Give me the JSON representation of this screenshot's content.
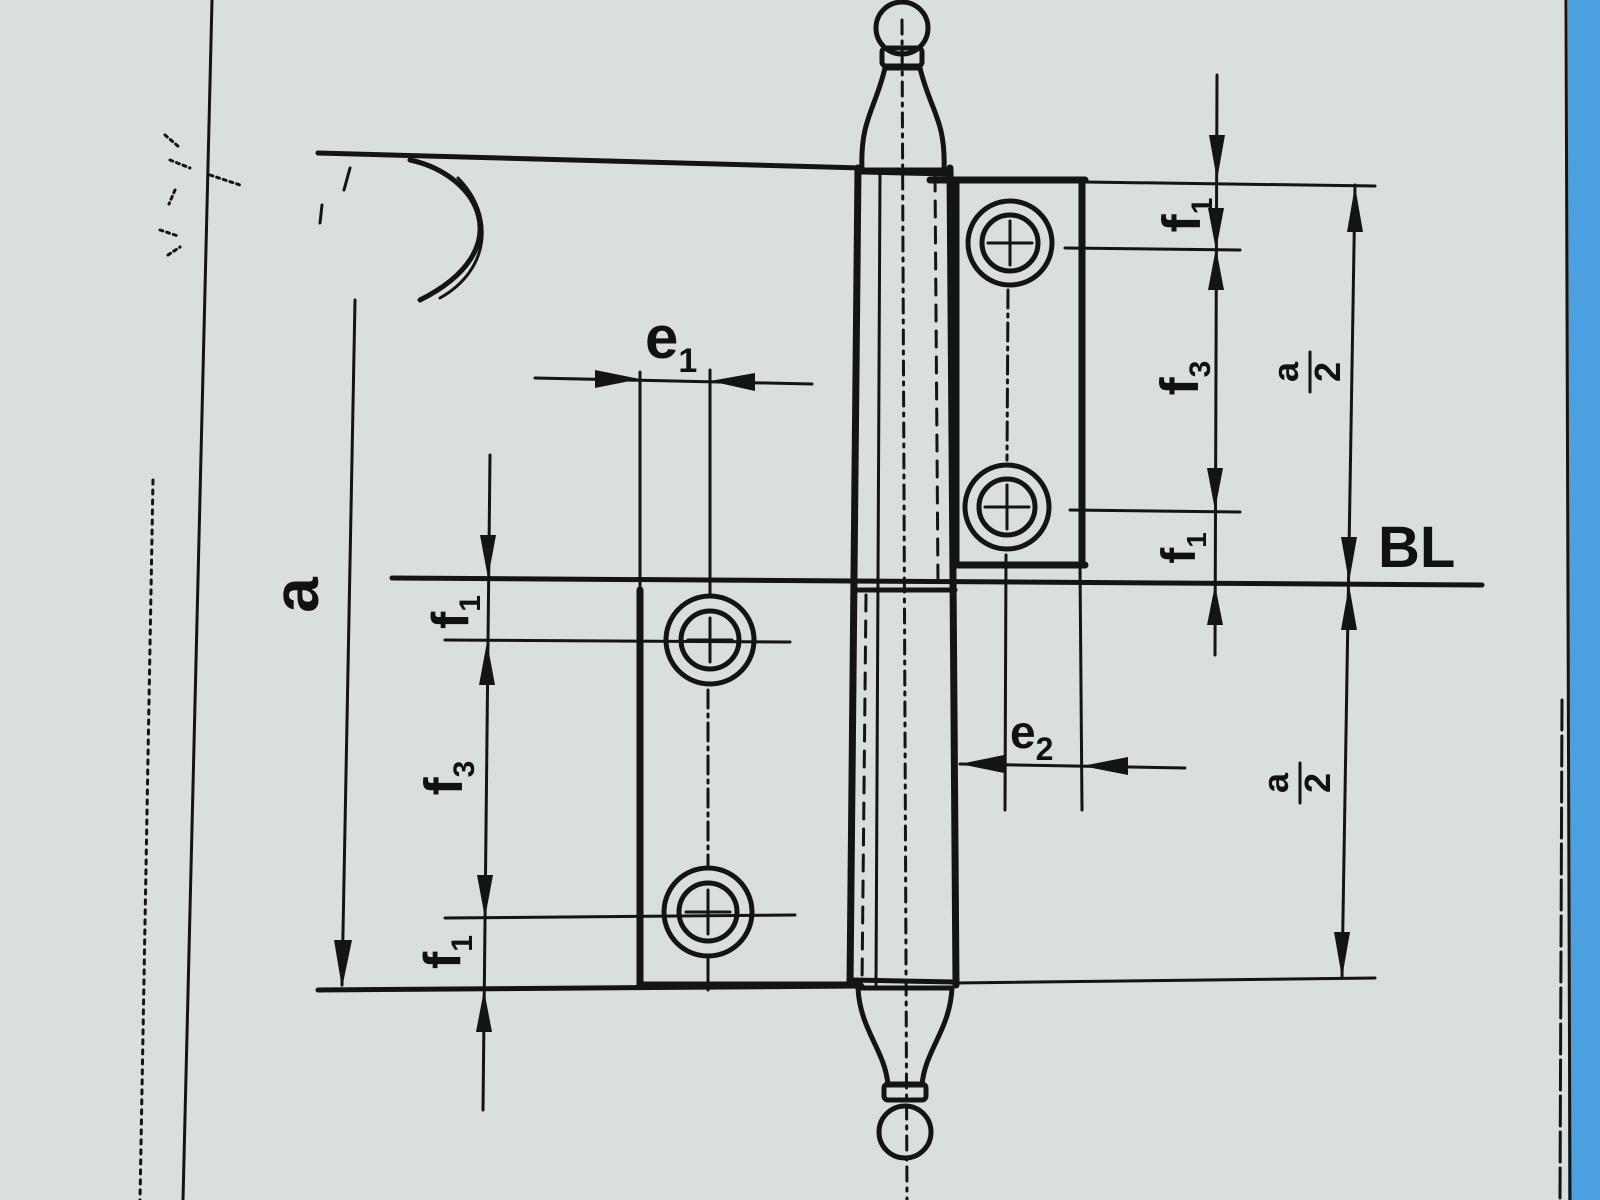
{
  "labels": {
    "a": "a",
    "e1_main": "e",
    "e1_sub": "1",
    "e2_main": "e",
    "e2_sub": "2",
    "f_main": "f",
    "sub_1": "1",
    "sub_3": "3",
    "a_half_num": "a",
    "a_half_den": "2",
    "bl": "BL"
  },
  "colors": {
    "paper": "#d9dfdd",
    "ink": "#141414"
  }
}
